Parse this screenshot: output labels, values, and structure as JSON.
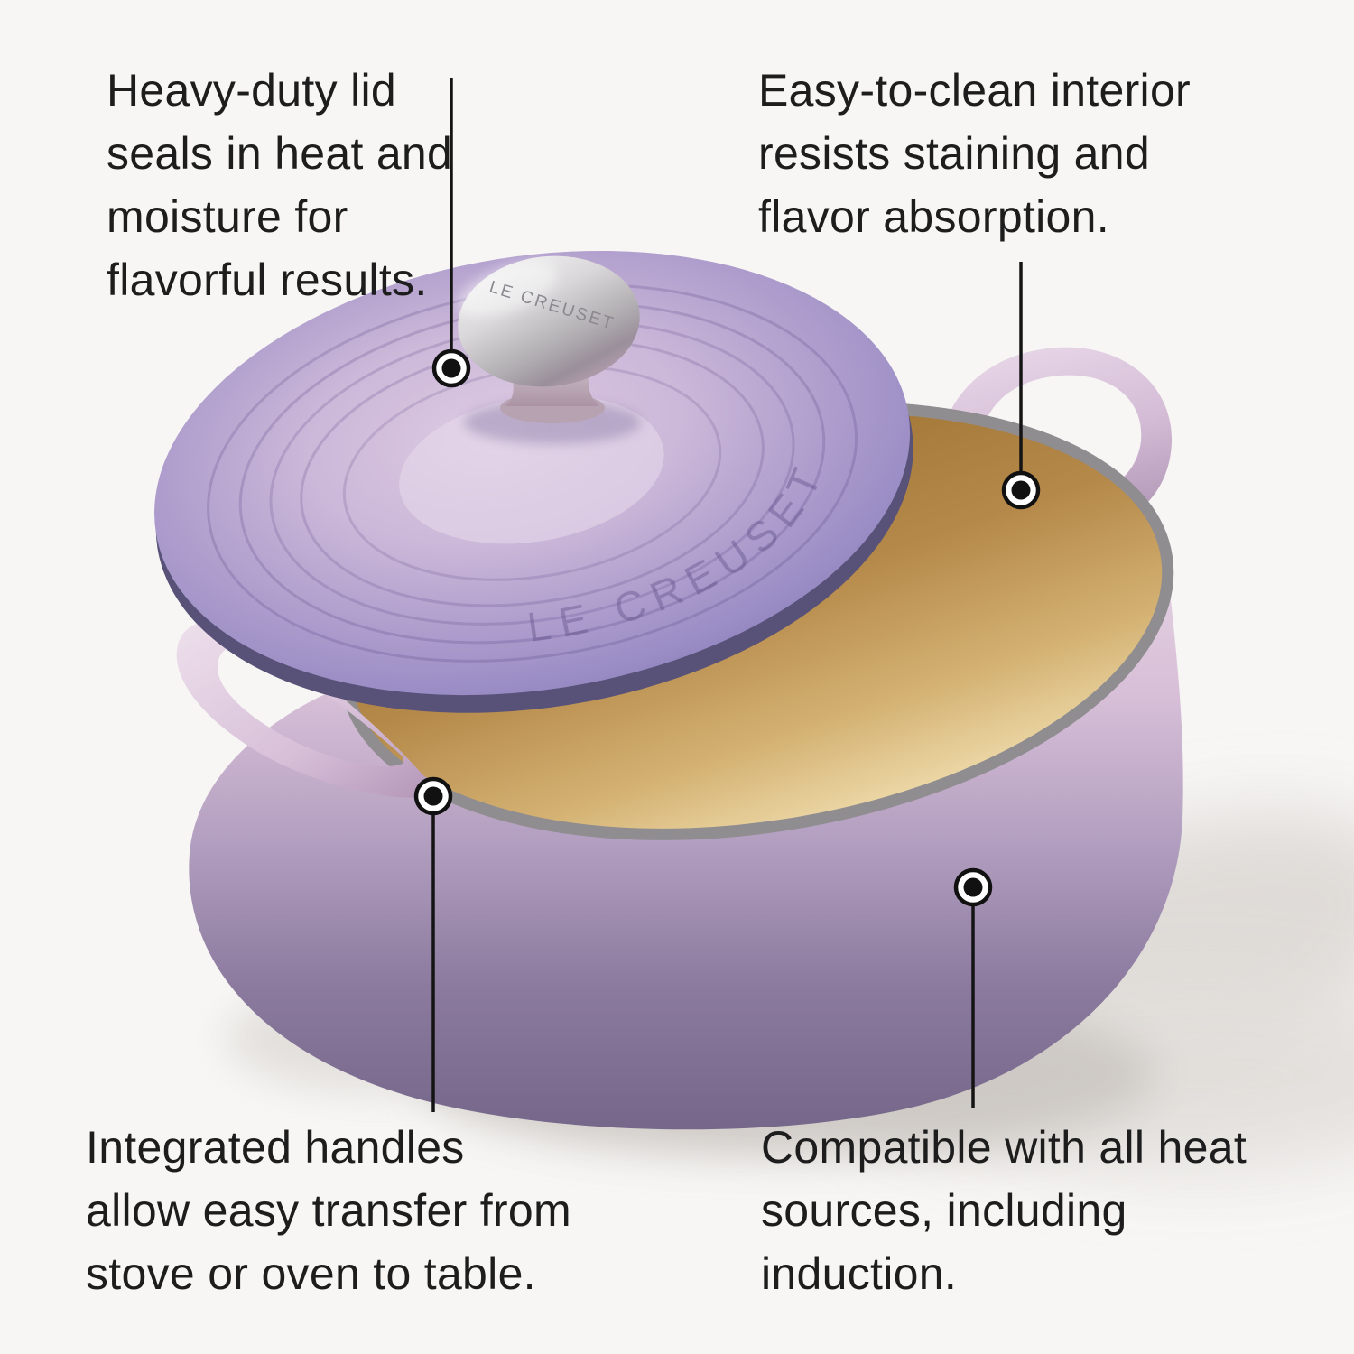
{
  "background": {
    "color": "#f7f6f4"
  },
  "ui": {
    "text_color": "#1d1d1d",
    "callout_line_color": "#141414",
    "dot_fill": "#ffffff",
    "dot_ring_color": "#111111",
    "dot_center_color": "#111111"
  },
  "product": {
    "type": "enameled cast iron round dutch oven with lid ajar",
    "lid_embossed_text": "LE CREUSET",
    "knob_engraved_text": "LE CREUSET",
    "colors": {
      "lid_edge": "#8177b2",
      "lid_center": "#ddcbe3",
      "body_top": "#e6d3e3",
      "body_bottom": "#746689",
      "interior_tan": "#b5894a",
      "rim_gray": "#8f8d90",
      "knob_steel": "#c6c3c7",
      "handle_pink": "#e3cfe2"
    }
  },
  "callouts": [
    {
      "id": "lid",
      "lines": [
        "Heavy-duty lid",
        "seals in heat and",
        "moisture for",
        "flavorful results."
      ]
    },
    {
      "id": "interior",
      "lines": [
        "Easy-to-clean interior",
        "resists staining and",
        "flavor absorption."
      ]
    },
    {
      "id": "handles",
      "lines": [
        "Integrated handles",
        "allow easy transfer from",
        "stove or oven to table."
      ]
    },
    {
      "id": "heat-sources",
      "lines": [
        "Compatible with all heat",
        "sources, including",
        "induction."
      ]
    }
  ]
}
